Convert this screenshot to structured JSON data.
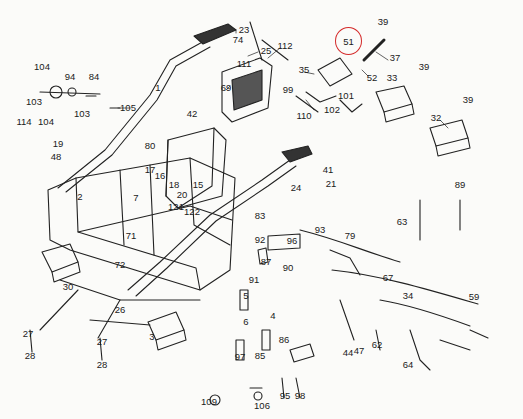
{
  "diagram": {
    "nodes": [
      {
        "text": [
          "51"
        ]
      }
    ],
    "labels": [
      "23",
      "74",
      "25",
      "112",
      "111",
      "69",
      "1",
      "39",
      "37",
      "35",
      "52",
      "33",
      "39",
      "99",
      "101",
      "102",
      "110",
      "32",
      "39",
      "104",
      "94",
      "84",
      "103",
      "114",
      "104",
      "103",
      "105",
      "42",
      "80",
      "19",
      "48",
      "17",
      "16",
      "18",
      "20",
      "15",
      "121",
      "122",
      "24",
      "41",
      "21",
      "2",
      "7",
      "89",
      "63",
      "83",
      "92",
      "96",
      "93",
      "79",
      "71",
      "72",
      "30",
      "26",
      "87",
      "90",
      "91",
      "67",
      "34",
      "59",
      "5",
      "6",
      "4",
      "3",
      "97",
      "85",
      "86",
      "47",
      "44",
      "62",
      "64",
      "27",
      "28",
      "27",
      "28",
      "109",
      "95",
      "98",
      "106"
    ]
  }
}
